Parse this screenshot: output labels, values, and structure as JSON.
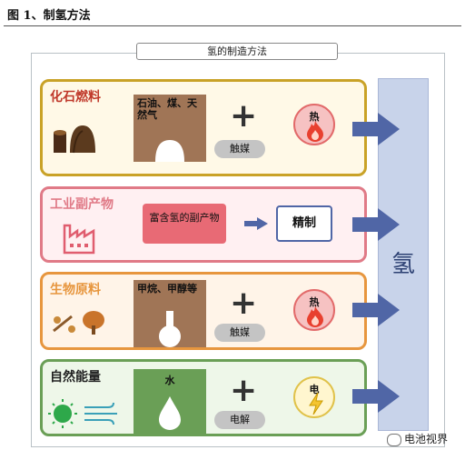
{
  "figure_title": "图 1、制氢方法",
  "diagram_title": "氢的制造方法",
  "output_label": "氢",
  "rows": [
    {
      "label": "化石燃料",
      "input": "石油、煤、天然气",
      "catalyst": "触媒",
      "energy": "热"
    },
    {
      "label": "工业副产物",
      "input": "富含氢的副产物",
      "process": "精制"
    },
    {
      "label": "生物原料",
      "input": "甲烷、甲醇等",
      "catalyst": "触媒",
      "energy": "热"
    },
    {
      "label": "自然能量",
      "input": "水",
      "catalyst": "电解",
      "energy": "电"
    }
  ],
  "watermark": "电池视界",
  "colors": {
    "fossil": "#c9a227",
    "industrial": "#e07a87",
    "bio": "#e7963e",
    "natural": "#6a9f56",
    "hydrogen": "#c8d3ea",
    "arrow": "#5066a6"
  }
}
